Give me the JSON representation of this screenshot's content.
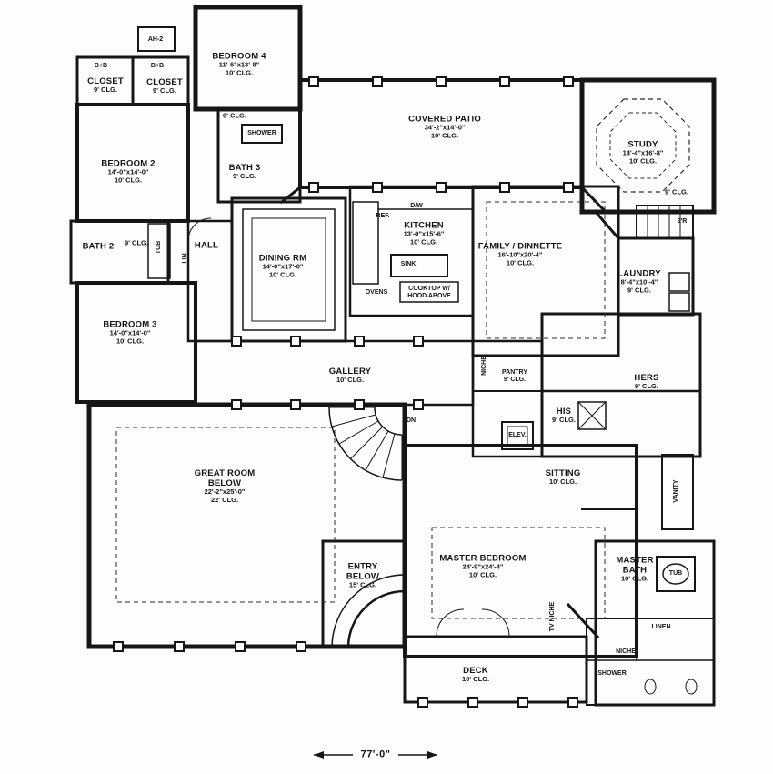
{
  "rooms": {
    "bedroom4": {
      "name": "BEDROOM 4",
      "dims": "11'-6\"x13'-8\"",
      "clg": "10' CLG."
    },
    "closet_left": {
      "name": "CLOSET",
      "clg": "9' CLG."
    },
    "closet_right": {
      "name": "CLOSET",
      "clg": "9' CLG."
    },
    "bedroom2": {
      "name": "BEDROOM 2",
      "dims": "14'-0\"x14'-0\"",
      "clg": "10' CLG."
    },
    "bath3": {
      "name": "BATH 3",
      "clg": "9' CLG."
    },
    "covered_patio": {
      "name": "COVERED PATIO",
      "dims": "34'-2\"x14'-0\"",
      "clg": "10' CLG."
    },
    "study": {
      "name": "STUDY",
      "dims": "14'-4\"x16'-8\"",
      "clg": "10' CLG.",
      "clg2": "9' CLG."
    },
    "kitchen": {
      "name": "KITCHEN",
      "dims": "13'-0\"x15'-6\"",
      "clg": "10' CLG."
    },
    "family": {
      "name": "FAMILY / DINNETTE",
      "dims": "16'-10\"x20'-4\"",
      "clg": "10' CLG."
    },
    "dining": {
      "name": "DINING RM",
      "dims": "14'-0\"x17'-0\"",
      "clg": "10' CLG."
    },
    "hall": {
      "name": "HALL"
    },
    "bath2": {
      "name": "BATH 2",
      "clg": "9' CLG."
    },
    "laundry": {
      "name": "LAUNDRY",
      "dims": "8'-4\"x10'-4\"",
      "clg": "9' CLG."
    },
    "bedroom3": {
      "name": "BEDROOM 3",
      "dims": "14'-0\"x14'-0\"",
      "clg": "10' CLG."
    },
    "gallery": {
      "name": "GALLERY",
      "clg": "10' CLG."
    },
    "pantry": {
      "name": "PANTRY",
      "clg": "9' CLG."
    },
    "hers": {
      "name": "HERS",
      "clg": "9' CLG."
    },
    "his": {
      "name": "HIS",
      "clg": "9' CLG."
    },
    "great_room": {
      "line1": "GREAT ROOM",
      "line2": "BELOW",
      "dims": "22'-2\"x25'-0\"",
      "clg": "22' CLG."
    },
    "sitting": {
      "name": "SITTING",
      "clg": "10' CLG."
    },
    "entry": {
      "line1": "ENTRY",
      "line2": "BELOW",
      "clg": "15' CLG."
    },
    "master_bedroom": {
      "name": "MASTER BEDROOM",
      "dims": "24'-9\"x24'-4\"",
      "clg": "10' CLG."
    },
    "master_bath": {
      "line1": "MASTER",
      "line2": "BATH",
      "clg": "10' CLG."
    },
    "deck": {
      "name": "DECK",
      "clg": "10' CLG."
    }
  },
  "fixtures": {
    "ah2": "AH-2",
    "bb_left": "B+B",
    "bb_right": "B+B",
    "clg9_upper": "9' CLG.",
    "shower_bath3": "SHOWER",
    "ref": "REF.",
    "dw": "D/W",
    "sink": "SINK",
    "ovens": "OVENS",
    "cooktop_line1": "COOKTOP W/",
    "cooktop_line2": "HOOD ABOVE",
    "tub_bath2": "TUB",
    "lin": "LIN.",
    "niche_gallery": "NICHE",
    "elev": "ELEV.",
    "dn": "DN",
    "stair_r": "9'R",
    "vanity": "VANITY",
    "tub_master": "TUB",
    "tv_niche": "TV NICHE",
    "linen": "LINEN",
    "niche_master": "NICHE",
    "shower_master": "SHOWER"
  },
  "dimension": {
    "overall": "77'-0\""
  }
}
